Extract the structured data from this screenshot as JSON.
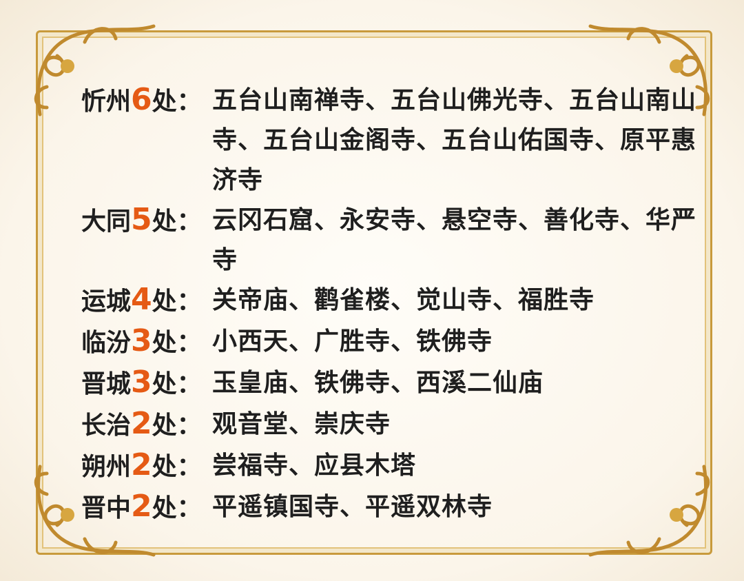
{
  "rows": [
    {
      "city": "忻州",
      "count": "6",
      "unit": "处：",
      "sites": "五台山南禅寺、五台山佛光寺、五台山南山寺、五台山金阁寺、五台山佑国寺、原平惠济寺"
    },
    {
      "city": "大同",
      "count": "5",
      "unit": "处：",
      "sites": "云冈石窟、永安寺、悬空寺、善化寺、华严寺"
    },
    {
      "city": "运城",
      "count": "4",
      "unit": "处：",
      "sites": "关帝庙、鹳雀楼、觉山寺、福胜寺"
    },
    {
      "city": "临汾",
      "count": "3",
      "unit": "处：",
      "sites": "小西天、广胜寺、铁佛寺"
    },
    {
      "city": "晋城",
      "count": "3",
      "unit": "处：",
      "sites": "玉皇庙、铁佛寺、西溪二仙庙"
    },
    {
      "city": "长治",
      "count": "2",
      "unit": "处：",
      "sites": "观音堂、崇庆寺"
    },
    {
      "city": "朔州",
      "count": "2",
      "unit": "处：",
      "sites": "尝福寺、应县木塔"
    },
    {
      "city": "晋中",
      "count": "2",
      "unit": "处：",
      "sites": "平遥镇国寺、平遥双林寺"
    }
  ],
  "colors": {
    "accent": "#e55a14",
    "text": "#1f1f1f",
    "gold": "#c89a3c"
  }
}
